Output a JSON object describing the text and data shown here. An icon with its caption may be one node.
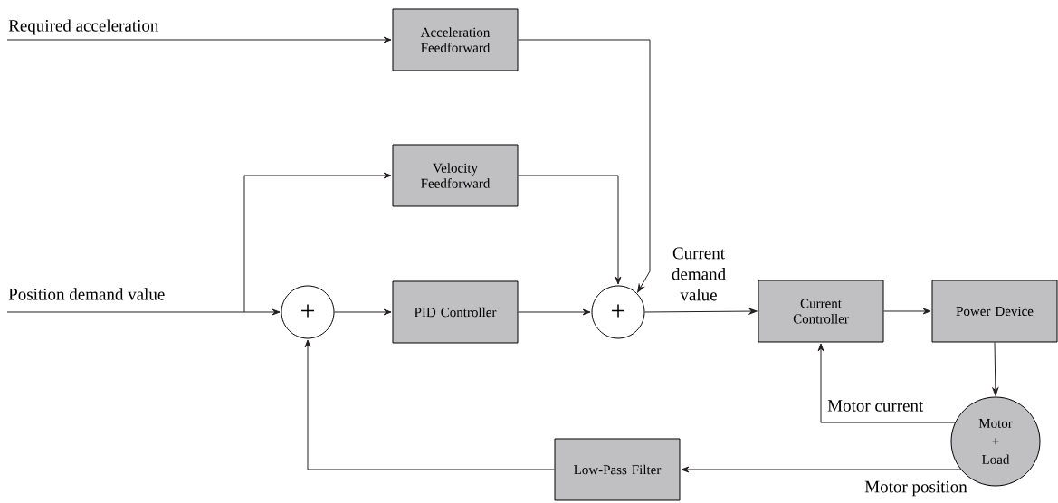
{
  "diagram": {
    "nodes": [
      {
        "text": [
          "Acceleration Feedforward"
        ]
      },
      {
        "text": [
          "Velocity Feedforward"
        ]
      },
      {
        "text": [
          "+"
        ]
      },
      {
        "text": [
          "PID Controller"
        ]
      },
      {
        "text": [
          "+"
        ]
      },
      {
        "text": [
          "Current Controller"
        ]
      },
      {
        "text": [
          "Power Device"
        ]
      },
      {
        "text": [
          "Motor + Load"
        ]
      },
      {
        "text": [
          "Low-Pass Filter"
        ]
      }
    ],
    "edges": [
      {
        "from": null,
        "to": 0,
        "arrow": "to",
        "label": "Required acceleration"
      },
      {
        "from": null,
        "to": 2,
        "arrow": "to",
        "label": "Position demand value"
      },
      {
        "from": null,
        "to": 1,
        "arrow": "to"
      },
      {
        "from": 1,
        "to": 4,
        "arrow": "to"
      },
      {
        "from": 0,
        "to": 4,
        "arrow": "to"
      },
      {
        "from": 2,
        "to": 3,
        "arrow": "to"
      },
      {
        "from": 3,
        "to": 4,
        "arrow": "to"
      },
      {
        "from": 4,
        "to": 5,
        "arrow": "to",
        "label": "Current demand value"
      },
      {
        "from": 5,
        "to": 6,
        "arrow": "to"
      },
      {
        "from": 6,
        "to": 7,
        "arrow": "to"
      },
      {
        "from": 7,
        "to": 5,
        "arrow": "to",
        "label": "Motor current"
      },
      {
        "from": 7,
        "to": 8,
        "arrow": "to",
        "label": "Motor position"
      },
      {
        "from": 8,
        "to": 2,
        "arrow": "to"
      }
    ]
  }
}
